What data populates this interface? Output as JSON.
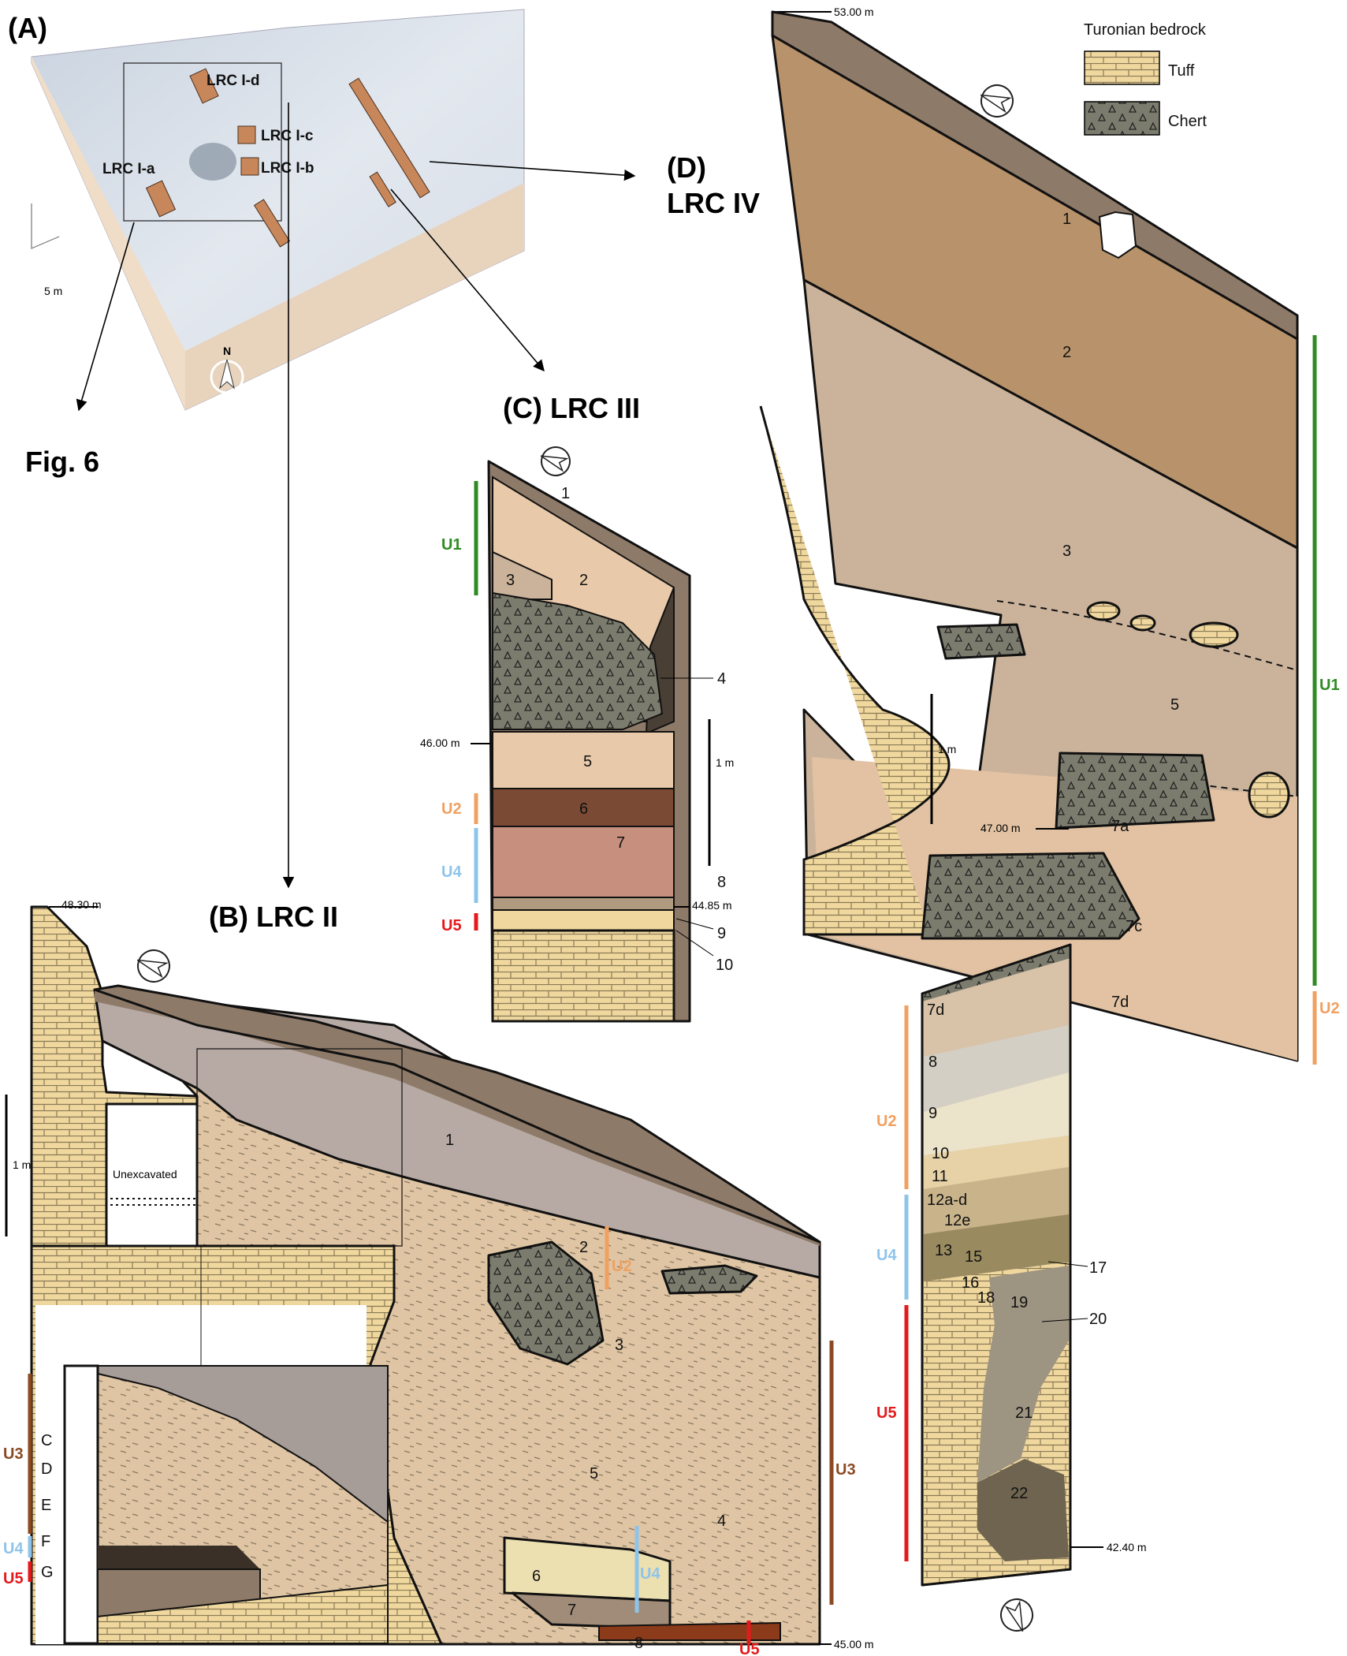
{
  "panels": {
    "a": "(A)",
    "b": "(B) LRC II",
    "c": "(C) LRC III",
    "d_line1": "(D)",
    "d_line2": "LRC IV",
    "fig6": "Fig. 6"
  },
  "map": {
    "sites": [
      "LRC I-d",
      "LRC I-c",
      "LRC I-b",
      "LRC I-a"
    ],
    "scale": "5 m",
    "north": "N"
  },
  "legend": {
    "title": "Turonian bedrock",
    "items": [
      "Tuff",
      "Chert"
    ]
  },
  "colors": {
    "tuff": "#efd79e",
    "chert": "#7c7c6e",
    "layer1": "#8e7a68",
    "layer2_d": "#b8926a",
    "layer3_d": "#cbb39b",
    "green": "#2e8b22",
    "orange": "#f0a060",
    "blue": "#8fc4ea",
    "red": "#e31a1c",
    "brown": "#8b4a22"
  },
  "section_c": {
    "elev_top": "46.00 m",
    "elev_bottom": "44.85 m",
    "scale": "1 m",
    "layers": [
      "1",
      "2",
      "3",
      "4",
      "5",
      "6",
      "7",
      "8",
      "9",
      "10"
    ],
    "units": [
      "U1",
      "U2",
      "U4",
      "U5"
    ]
  },
  "section_b": {
    "elev_top": "48.30 m",
    "elev_bottom": "45.00 m",
    "scale": "1 m",
    "unexcavated": "Unexcavated",
    "layers": [
      "1",
      "2",
      "3",
      "4",
      "5",
      "6",
      "7",
      "8"
    ],
    "units": [
      "U2",
      "U3",
      "U4",
      "U5"
    ],
    "inset_layers": [
      "C",
      "D",
      "E",
      "F",
      "G"
    ],
    "inset_units": [
      "U3",
      "U4",
      "U5"
    ]
  },
  "section_d": {
    "elev_top": "53.00 m",
    "elev_mid": "47.00 m",
    "elev_bottom": "42.40 m",
    "scale": "1 m",
    "upper_layers": [
      "1",
      "2",
      "3",
      "5",
      "7a",
      "7c",
      "7d"
    ],
    "lower_layers": [
      "7d",
      "8",
      "9",
      "10",
      "11",
      "12a-d",
      "12e",
      "13",
      "15",
      "16",
      "17",
      "18",
      "19",
      "20",
      "21",
      "22"
    ],
    "units_upper": [
      "U1",
      "U2"
    ],
    "units_lower": [
      "U2",
      "U4",
      "U5"
    ]
  }
}
